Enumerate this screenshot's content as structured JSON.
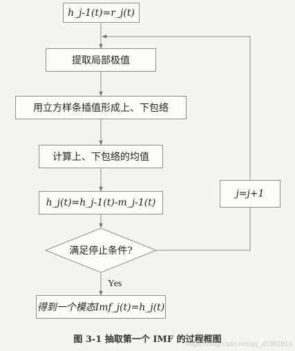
{
  "diagram": {
    "nodes": {
      "init": "h_j-1(t)=r_j(t)",
      "extract": "提取局部极值",
      "spline": "用立方样条插值形成上、下包络",
      "mean": "计算上、下包络的均值",
      "subtract": "h_j(t)=h_j-1(t)-m_j-1(t)",
      "decision": "满足停止条件?",
      "increment": "j=j+1",
      "result": "得到一个模态Imf_j(t)=h_j(t)"
    },
    "edge_labels": {
      "yes": "Yes"
    }
  },
  "caption": "图 3-1    抽取第一个 IMF 的过程框图",
  "watermark": "https://blog.csdn.net/qq_41882814"
}
